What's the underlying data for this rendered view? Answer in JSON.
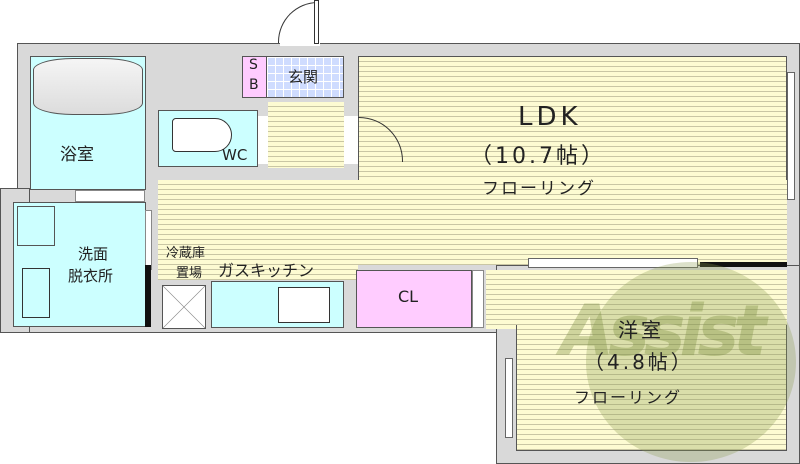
{
  "floor_plan": {
    "rooms": {
      "ldk": {
        "name": "LDK",
        "size": "（10.7帖）",
        "flooring": "フローリング"
      },
      "western_room": {
        "name": "洋室",
        "size": "（4.8帖）",
        "flooring": "フローリング"
      },
      "bathroom": {
        "name": "浴室"
      },
      "washroom": {
        "name_line1": "洗面",
        "name_line2": "脱衣所"
      },
      "toilet": {
        "name": "WC"
      },
      "entrance": {
        "name": "玄関"
      },
      "shoe_box": {
        "line1": "S",
        "line2": "B"
      },
      "closet": {
        "name": "CL"
      },
      "fridge_space": {
        "line1": "冷蔵庫",
        "line2": "置場"
      },
      "kitchen": {
        "name": "ガスキッチン"
      }
    },
    "watermark": {
      "text": "Assist"
    },
    "colors": {
      "wall": "#d9d9d9",
      "floor": "#fdfbd2",
      "wet_area": "#ccffff",
      "storage": "#ffccff",
      "entrance_tile": "#cfdcff",
      "watermark": "#8c9c50"
    }
  }
}
